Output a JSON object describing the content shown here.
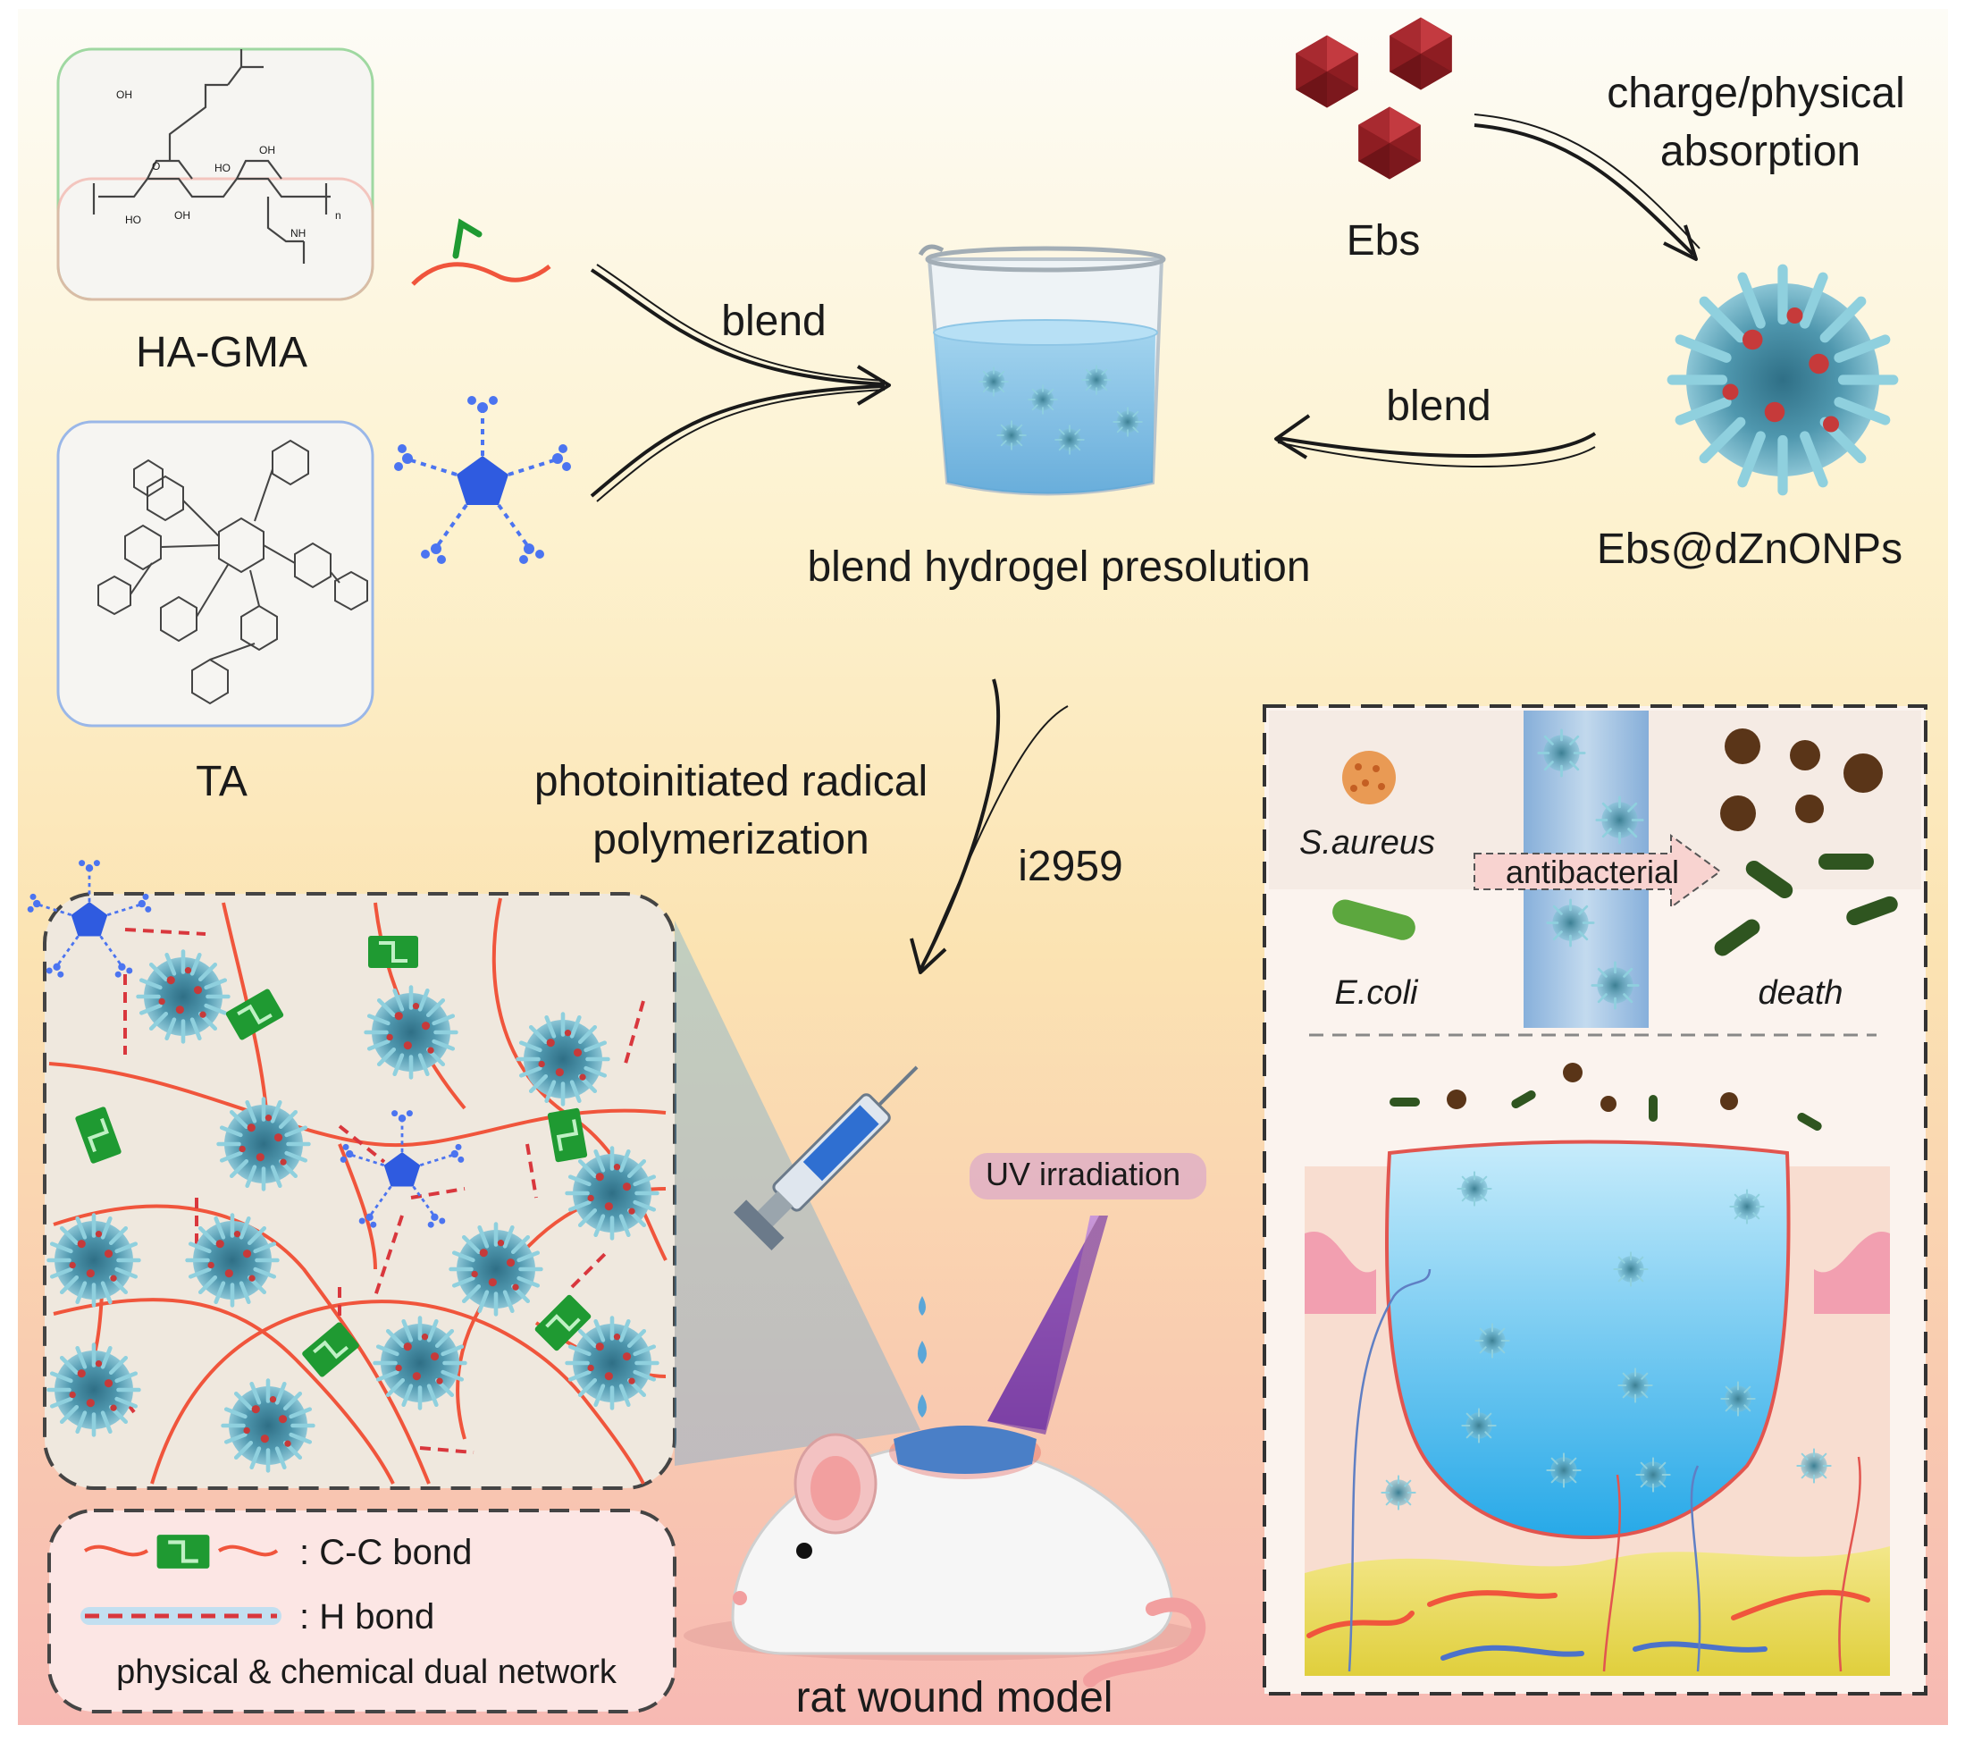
{
  "labels": {
    "ha_gma": "HA-GMA",
    "ta": "TA",
    "ebs": "Ebs",
    "charge_line1": "charge/physical",
    "charge_line2": "absorption",
    "ebs_dzno": "Ebs@dZnONPs",
    "blend_left": "blend",
    "blend_right": "blend",
    "presolution": "blend hydrogel presolution",
    "photo_line1": "photoinitiated radical",
    "photo_line2": "polymerization",
    "initiator": "i2959",
    "saureus": "S.aureus",
    "ecoli": "E.coli",
    "antibacterial": "antibacterial",
    "death": "death",
    "uv": "UV irradiation",
    "rat_model": "rat wound model",
    "cc_bond": ": C-C bond",
    "h_bond": ": H bond",
    "dual_network": "physical & chemical dual network"
  },
  "colors": {
    "polymer_red": "#f0553c",
    "ta_blue": "#2f5be0",
    "bond_green": "#1f9a32",
    "ebs_red": "#9c2226",
    "np_teal": "#6fb7c9",
    "hydrogel_blue": "#7cc8ef",
    "uv_purple": "#8a3fb5"
  }
}
